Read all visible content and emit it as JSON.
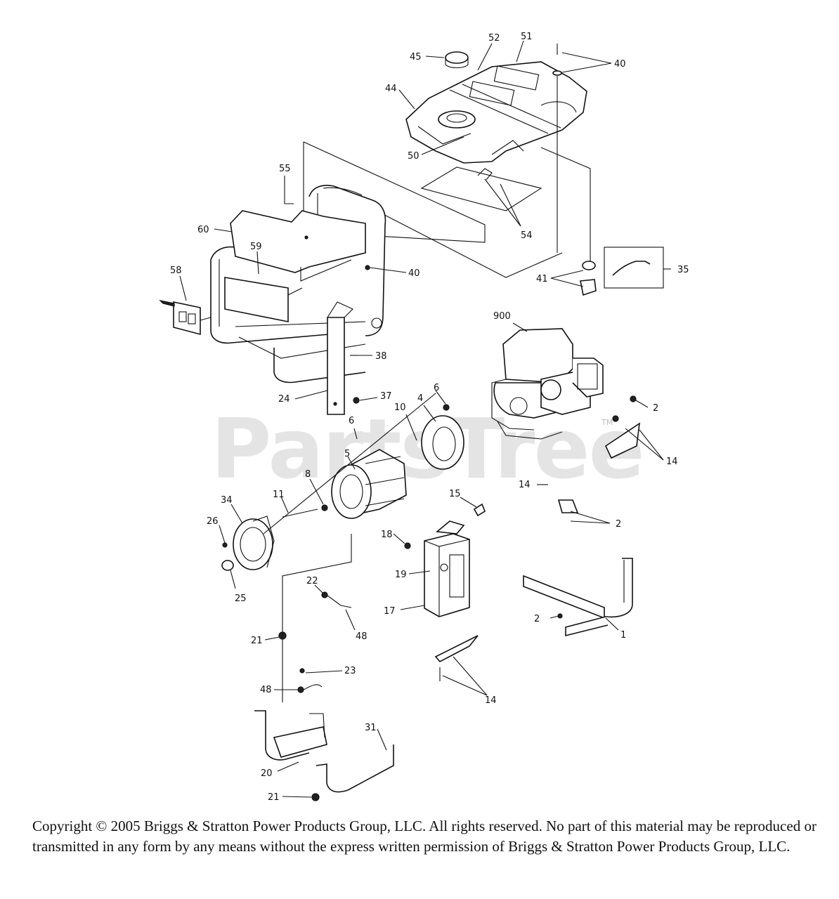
{
  "watermark": {
    "text": "PartsTree",
    "tm": "TM"
  },
  "callouts": [
    {
      "id": "c45",
      "label": "45"
    },
    {
      "id": "c52",
      "label": "52"
    },
    {
      "id": "c51",
      "label": "51"
    },
    {
      "id": "c40a",
      "label": "40"
    },
    {
      "id": "c44",
      "label": "44"
    },
    {
      "id": "c50",
      "label": "50"
    },
    {
      "id": "c55",
      "label": "55"
    },
    {
      "id": "c54",
      "label": "54"
    },
    {
      "id": "c60",
      "label": "60"
    },
    {
      "id": "c59",
      "label": "59"
    },
    {
      "id": "c58",
      "label": "58"
    },
    {
      "id": "c40b",
      "label": "40"
    },
    {
      "id": "c41",
      "label": "41"
    },
    {
      "id": "c35",
      "label": "35"
    },
    {
      "id": "c900",
      "label": "900"
    },
    {
      "id": "c38",
      "label": "38"
    },
    {
      "id": "c24",
      "label": "24"
    },
    {
      "id": "c37",
      "label": "37"
    },
    {
      "id": "c6a",
      "label": "6"
    },
    {
      "id": "c4",
      "label": "4"
    },
    {
      "id": "c10",
      "label": "10"
    },
    {
      "id": "c2a",
      "label": "2"
    },
    {
      "id": "c6b",
      "label": "6"
    },
    {
      "id": "c14a",
      "label": "14"
    },
    {
      "id": "c5",
      "label": "5"
    },
    {
      "id": "c8",
      "label": "8"
    },
    {
      "id": "c14b",
      "label": "14"
    },
    {
      "id": "c34",
      "label": "34"
    },
    {
      "id": "c11",
      "label": "11"
    },
    {
      "id": "c15",
      "label": "15"
    },
    {
      "id": "c26",
      "label": "26"
    },
    {
      "id": "c2b",
      "label": "2"
    },
    {
      "id": "c18",
      "label": "18"
    },
    {
      "id": "c25",
      "label": "25"
    },
    {
      "id": "c19",
      "label": "19"
    },
    {
      "id": "c22",
      "label": "22"
    },
    {
      "id": "c17",
      "label": "17"
    },
    {
      "id": "c2c",
      "label": "2"
    },
    {
      "id": "c48a",
      "label": "48"
    },
    {
      "id": "c1",
      "label": "1"
    },
    {
      "id": "c21a",
      "label": "21"
    },
    {
      "id": "c23",
      "label": "23"
    },
    {
      "id": "c14c",
      "label": "14"
    },
    {
      "id": "c48b",
      "label": "48"
    },
    {
      "id": "c31",
      "label": "31"
    },
    {
      "id": "c20",
      "label": "20"
    },
    {
      "id": "c21b",
      "label": "21"
    }
  ],
  "copyright": "Copyright © 2005 Briggs & Stratton Power Products Group, LLC.  All rights reserved.  No part of this material may be reproduced or transmitted in any form by any means without the express written permission of Briggs & Stratton Power Products Group, LLC."
}
